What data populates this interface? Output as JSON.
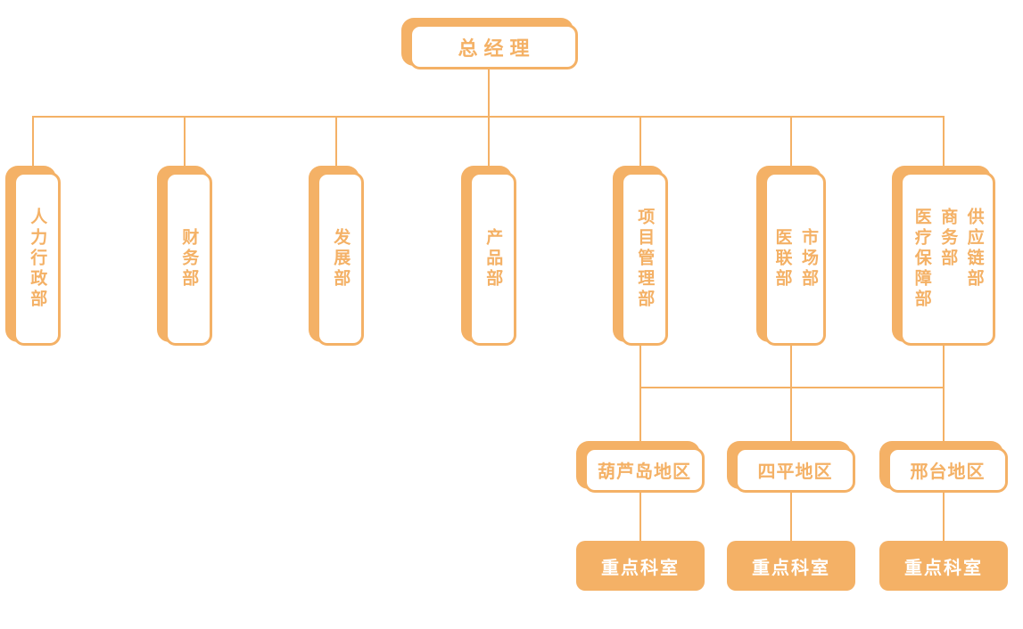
{
  "palette": {
    "accent": "#F4B166",
    "node_fill": "#FFFFFF",
    "text_on_accent": "#FFFFFF"
  },
  "root": {
    "label": "总经理"
  },
  "departments": [
    {
      "label": "人力行政部"
    },
    {
      "label": "财务部"
    },
    {
      "label": "发展部"
    },
    {
      "label": "产品部"
    },
    {
      "label": "项目管理部"
    },
    {
      "label": "市场部\n医联部"
    },
    {
      "label": "供应链部\n商务部\n医疗保障部"
    }
  ],
  "regions": [
    {
      "label": "葫芦岛地区"
    },
    {
      "label": "四平地区"
    },
    {
      "label": "邢台地区"
    }
  ],
  "key_units": [
    {
      "label": "重点科室"
    },
    {
      "label": "重点科室"
    },
    {
      "label": "重点科室"
    }
  ]
}
